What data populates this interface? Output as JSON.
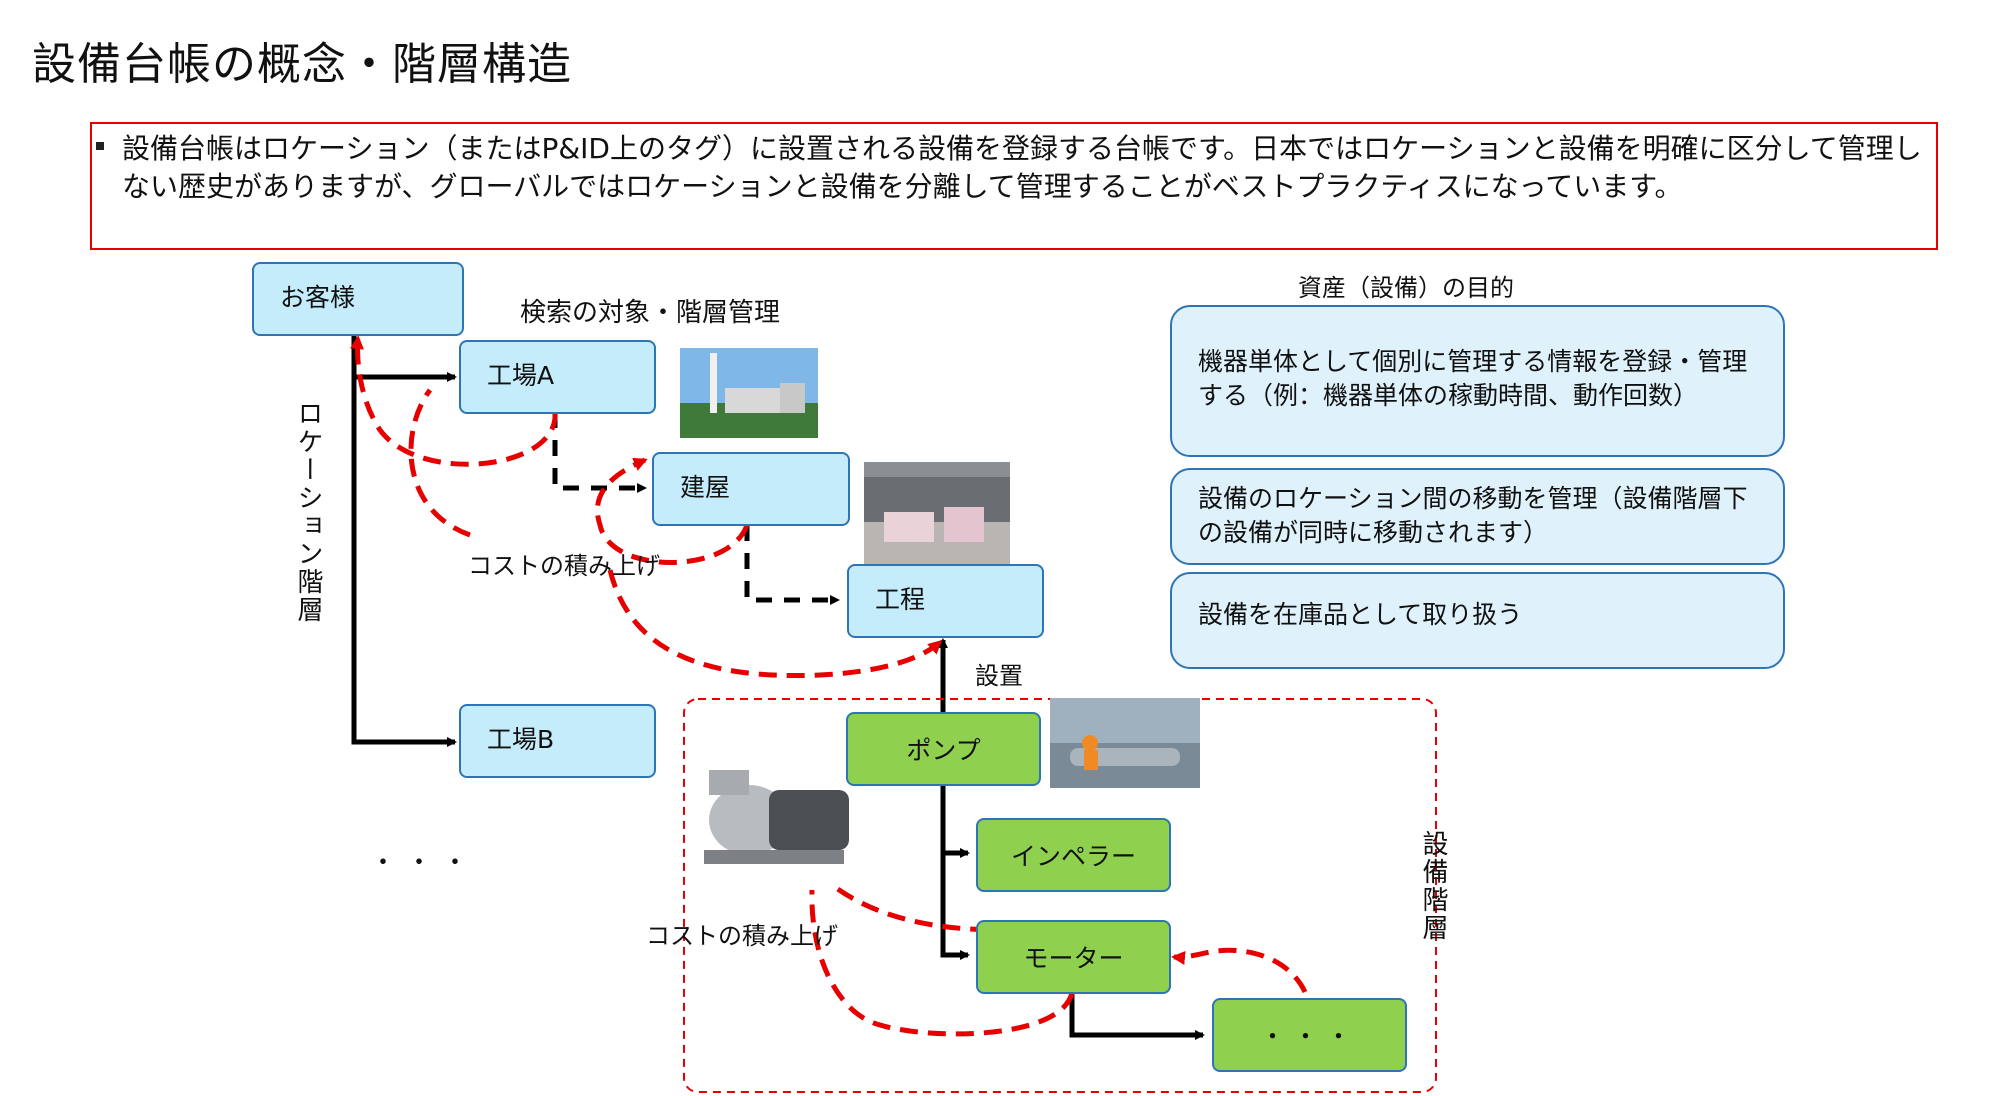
{
  "title": "設備台帳の概念・階層構造",
  "notice": "設備台帳はロケーション（またはP&ID上のタグ）に設置される設備を登録する台帳です。日本ではロケーションと設備を明確に区分して管理しない歴史がありますが、グローバルではロケーションと設備を分離して管理することがベストプラクティスになっています。",
  "location": {
    "customer": "お客様",
    "plant_a": "工場A",
    "building": "建屋",
    "process": "工程",
    "plant_b": "工場B",
    "ellipsis": "・・・",
    "hierarchy_label": "ロケーション階層",
    "search_label": "検索の対象・階層管理",
    "cost_rollup": "コストの積み上げ"
  },
  "equipment": {
    "install_label": "設置",
    "pump": "ポンプ",
    "impeller": "インペラー",
    "motor": "モーター",
    "more": "・・・",
    "hierarchy_label": "設備階層",
    "cost_rollup": "コストの積み上げ"
  },
  "purpose": {
    "heading": "資産（設備）の目的",
    "items": [
      "機器単体として個別に管理する情報を登録・管理する（例：機器単体の稼動時間、動作回数）",
      "設備のロケーション間の移動を管理（設備階層下の設備が同時に移動されます）",
      "設備を在庫品として取り扱う"
    ]
  },
  "colors": {
    "accent_red": "#e60000",
    "box_blue": "#c5ecfb",
    "box_border": "#2e75b6",
    "box_green": "#8fd14f"
  }
}
